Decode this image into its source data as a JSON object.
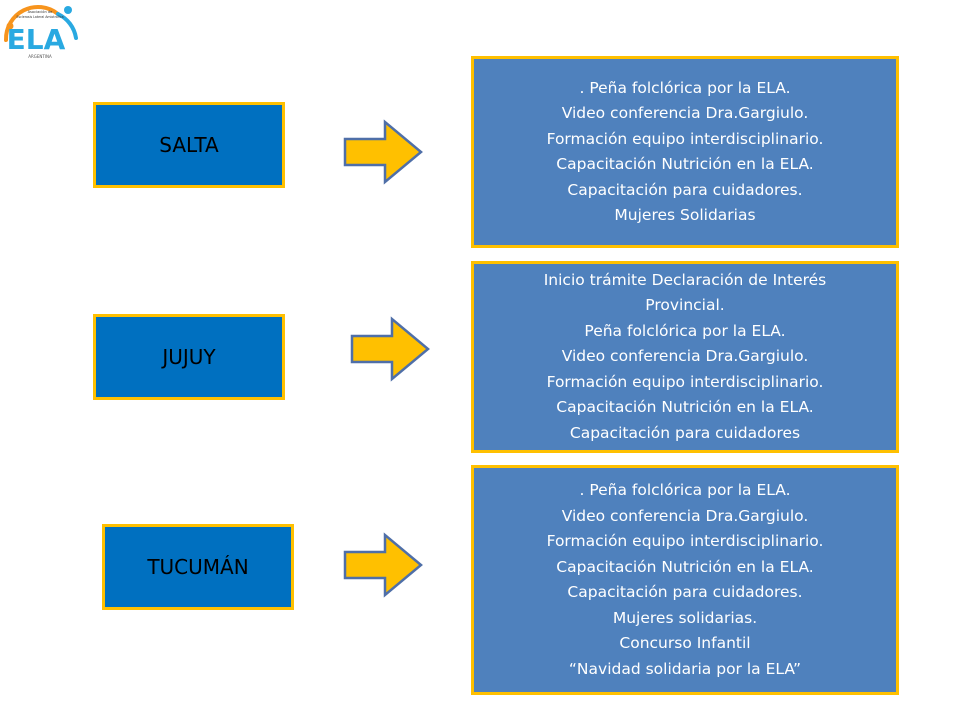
{
  "logo": {
    "line1": "Asociación de",
    "line2": "Esclerosis Lateral Amiotrófica",
    "brand": "ELA",
    "country": "ARGENTINA"
  },
  "rows": [
    {
      "province": "SALTA",
      "activities": [
        ". Peña folclórica por la ELA.",
        "Video conferencia Dra.Gargiulo.",
        "Formación equipo interdisciplinario.",
        "Capacitación Nutrición en la ELA.",
        "Capacitación para cuidadores.",
        "Mujeres Solidarias"
      ]
    },
    {
      "province": "JUJUY",
      "activities": [
        "Inicio trámite Declaración de Interés Provincial.",
        "Peña folclórica por la ELA.",
        "Video conferencia Dra.Gargiulo.",
        "Formación equipo interdisciplinario.",
        "Capacitación Nutrición en la ELA.",
        "Capacitación para cuidadores"
      ]
    },
    {
      "province": "TUCUMÁN",
      "activities": [
        ". Peña folclórica por la ELA.",
        "Video conferencia Dra.Gargiulo.",
        "Formación equipo interdisciplinario.",
        "Capacitación Nutrición en la ELA.",
        "Capacitación para cuidadores.",
        "Mujeres solidarias.",
        "Concurso Infantil",
        "“Navidad solidaria por la ELA”"
      ]
    }
  ],
  "colors": {
    "province_fill": "#0070c0",
    "info_fill": "#4f81bd",
    "border": "#ffc000",
    "arrow_fill": "#ffc000",
    "arrow_stroke": "#4f6fa8"
  }
}
